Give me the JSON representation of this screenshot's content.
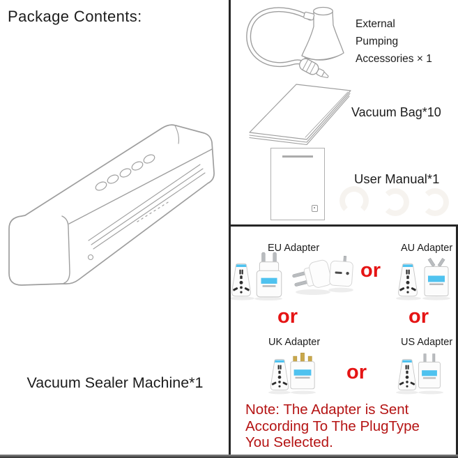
{
  "title": "Package Contents:",
  "left_panel": {
    "machine_icon": "vacuum-sealer-line-drawing",
    "machine_label": "Vacuum Sealer Machine*1"
  },
  "right_top_panel": {
    "items": [
      {
        "icon": "pump-hose-icon",
        "lines": [
          "External",
          "Pumping",
          "Accessories × 1"
        ]
      },
      {
        "icon": "vacuum-bag-stack-icon",
        "label": "Vacuum Bag*10"
      },
      {
        "icon": "user-manual-icon",
        "label": "User Manual*1"
      }
    ]
  },
  "adapter_panel": {
    "or_label": "or",
    "adapters": [
      {
        "label": "EU Adapter"
      },
      {
        "label": "AU Adapter"
      },
      {
        "label": "UK Adapter"
      },
      {
        "label": "US Adapter"
      }
    ],
    "note_lines": [
      "Note: The Adapter is Sent",
      "According To The PlugType",
      "You Selected."
    ]
  },
  "colors": {
    "or-red": "#e51414",
    "note-red": "#b51414",
    "divider": "#262626",
    "line-art": "#9e9e9e",
    "label-blue": "#4fc2ef",
    "pin-silver": "#b9bcbf",
    "pin-brass": "#c9a84b",
    "text": "#1c1c1c"
  }
}
